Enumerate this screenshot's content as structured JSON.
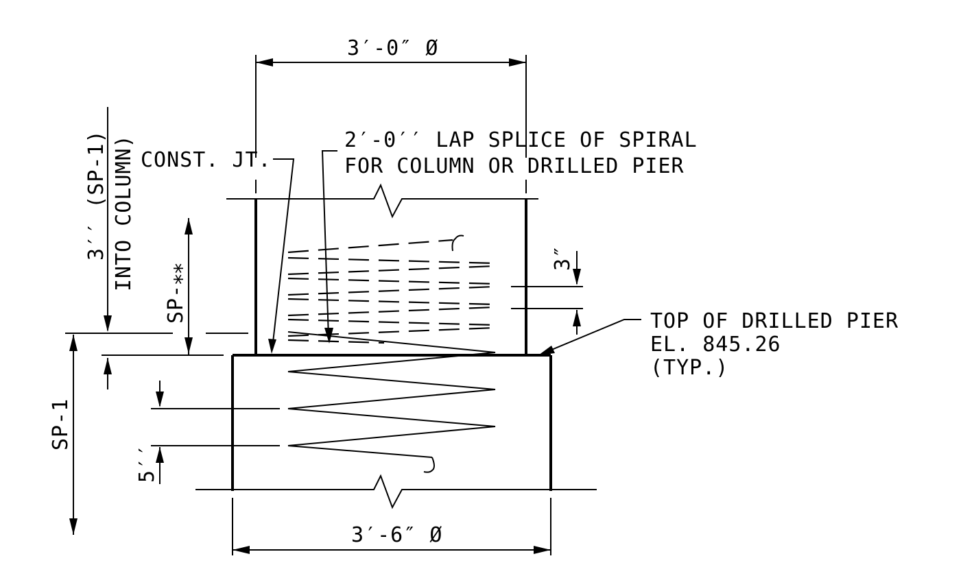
{
  "labels": {
    "top_diameter": "3′-0″ Ø",
    "bottom_diameter": "3′-6″ Ø",
    "const_jt": "CONST. JT.",
    "lap_splice_line1": "2′-0′′ LAP SPLICE OF SPIRAL",
    "lap_splice_line2": "FOR COLUMN OR DRILLED PIER",
    "top_of_pier_line1": "TOP OF DRILLED PIER",
    "top_of_pier_line2": "EL. 845.26",
    "top_of_pier_line3": "(TYP.)",
    "into_column_line1": "3′′ (SP-1)",
    "into_column_line2": "INTO COLUMN)",
    "sp_star": "SP-⁎⁎",
    "sp1": "SP-1",
    "pitch_3in": "3″",
    "pitch_5in": "5′′"
  }
}
